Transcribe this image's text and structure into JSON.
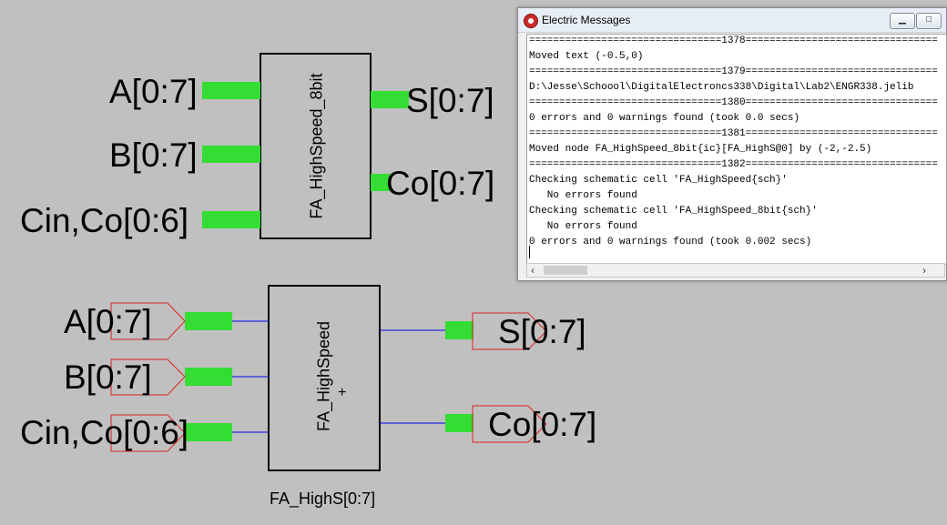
{
  "schematic": {
    "symbol": {
      "cell_name": "FA_HighSpeed_8bit",
      "inputs": [
        "A[0:7]",
        "B[0:7]",
        "Cin,Co[0:6]"
      ],
      "outputs": [
        "S[0:7]",
        "Co[0:7]"
      ]
    },
    "instance": {
      "cell_name": "FA_HighSpeed",
      "node_name": "FA_HighS[0:7]",
      "center_marker": "+",
      "inputs": [
        "A[0:7]",
        "B[0:7]",
        "Cin,Co[0:6]"
      ],
      "outputs": [
        "S[0:7]",
        "Co[0:7]"
      ]
    },
    "colors": {
      "background": "#c0c0c0",
      "pin_stub": "#33dd33",
      "wire": "#0000ee",
      "export_outline": "#dd2222",
      "box_outline": "#000000"
    }
  },
  "messages_window": {
    "title": "Electric Messages",
    "lines": [
      "================================1378================================",
      "Moved text (-0.5,0)",
      "================================1379================================",
      "D:\\Jesse\\Schoool\\DigitalElectroncs338\\Digital\\Lab2\\ENGR338.jelib",
      "================================1380================================",
      "0 errors and 0 warnings found (took 0.0 secs)",
      "================================1381================================",
      "Moved node FA_HighSpeed_8bit{ic}[FA_HighS@0] by (-2,-2.5)",
      "================================1382================================",
      "Checking schematic cell 'FA_HighSpeed{sch}'",
      "   No errors found",
      "Checking schematic cell 'FA_HighSpeed_8bit{sch}'",
      "   No errors found",
      "0 errors and 0 warnings found (took 0.002 secs)"
    ],
    "scroll_left_icon": "chevron-left-icon",
    "scroll_right_icon": "chevron-right-icon"
  }
}
